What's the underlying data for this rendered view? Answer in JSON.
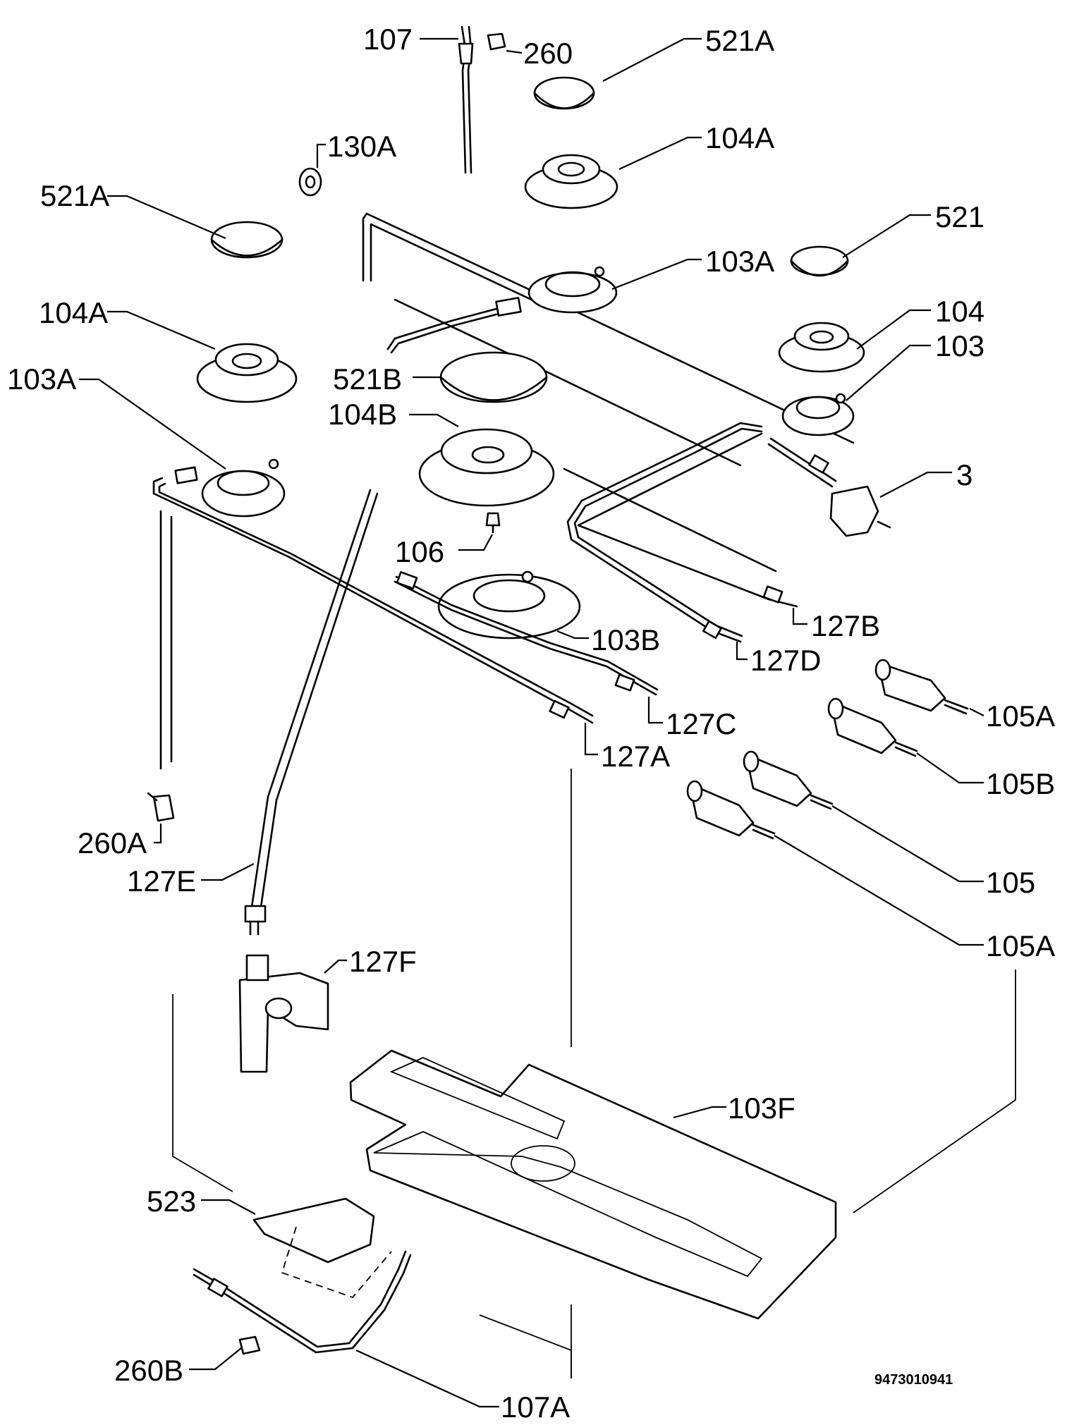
{
  "callouts": [
    {
      "id": "c107",
      "text": "107"
    },
    {
      "id": "c260",
      "text": "260"
    },
    {
      "id": "c521A_top",
      "text": "521A"
    },
    {
      "id": "c130A",
      "text": "130A"
    },
    {
      "id": "c104A_top",
      "text": "104A"
    },
    {
      "id": "c521A_left",
      "text": "521A"
    },
    {
      "id": "c521",
      "text": "521"
    },
    {
      "id": "c103A_top",
      "text": "103A"
    },
    {
      "id": "c104A_left",
      "text": "104A"
    },
    {
      "id": "c104",
      "text": "104"
    },
    {
      "id": "c103",
      "text": "103"
    },
    {
      "id": "c521B",
      "text": "521B"
    },
    {
      "id": "c103A_left",
      "text": "103A"
    },
    {
      "id": "c104B",
      "text": "104B"
    },
    {
      "id": "c3",
      "text": "3"
    },
    {
      "id": "c106",
      "text": "106"
    },
    {
      "id": "c127B",
      "text": "127B"
    },
    {
      "id": "c103B",
      "text": "103B"
    },
    {
      "id": "c127D",
      "text": "127D"
    },
    {
      "id": "c105A_top",
      "text": "105A"
    },
    {
      "id": "c127C",
      "text": "127C"
    },
    {
      "id": "c127A",
      "text": "127A"
    },
    {
      "id": "c105B",
      "text": "105B"
    },
    {
      "id": "c260A",
      "text": "260A"
    },
    {
      "id": "c127E",
      "text": "127E"
    },
    {
      "id": "c105",
      "text": "105"
    },
    {
      "id": "c105A_bottom",
      "text": "105A"
    },
    {
      "id": "c127F",
      "text": "127F"
    },
    {
      "id": "c103F",
      "text": "103F"
    },
    {
      "id": "c523",
      "text": "523"
    },
    {
      "id": "c260B",
      "text": "260B"
    },
    {
      "id": "c107A",
      "text": "107A"
    }
  ],
  "drawing_code": "9473010941"
}
